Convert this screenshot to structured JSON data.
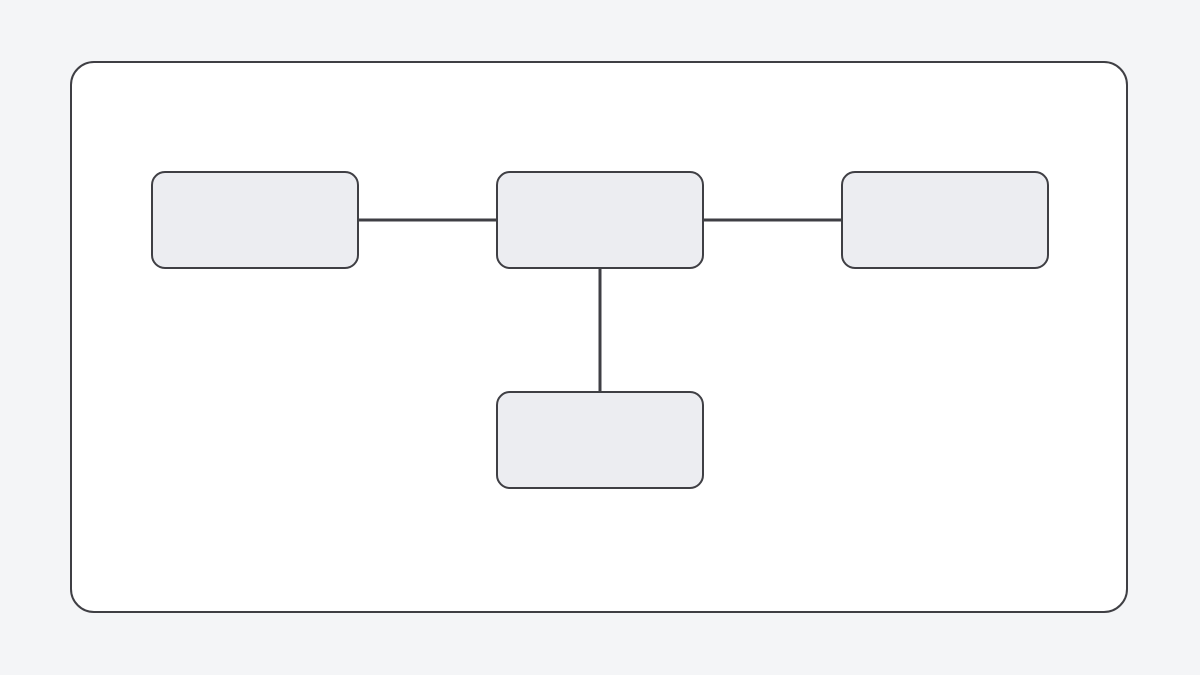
{
  "colors": {
    "page_background": "#F4F5F7",
    "frame_fill": "#FFFFFF",
    "stroke": "#3F3F44",
    "node_fill": "#ECEDF1"
  },
  "nodes": [
    {
      "id": "left",
      "label": ""
    },
    {
      "id": "center",
      "label": ""
    },
    {
      "id": "right",
      "label": ""
    },
    {
      "id": "bottom",
      "label": ""
    }
  ],
  "edges": [
    {
      "from": "left",
      "to": "center"
    },
    {
      "from": "center",
      "to": "right"
    },
    {
      "from": "center",
      "to": "bottom"
    }
  ]
}
